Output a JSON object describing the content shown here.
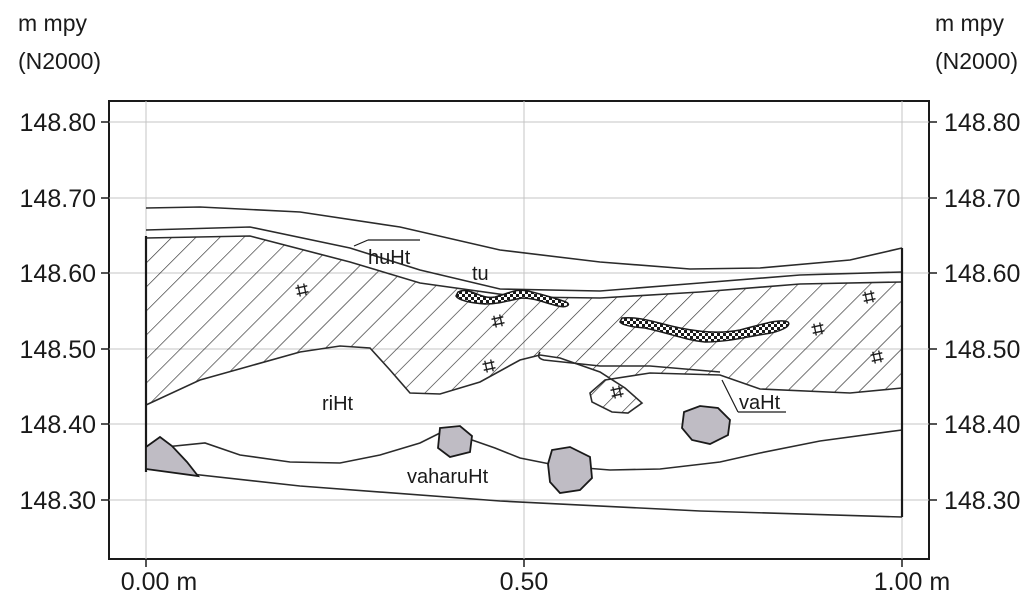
{
  "units": {
    "left": [
      "m mpy",
      "(N2000)"
    ],
    "right": [
      "m mpy",
      "(N2000)"
    ]
  },
  "y_ticks": [
    "148.80",
    "148.70",
    "148.60",
    "148.50",
    "148.40",
    "148.30"
  ],
  "x_ticks": [
    "0.00 m",
    "0.50",
    "1.00 m"
  ],
  "layers": {
    "tu": "tu",
    "huHt": "huHt",
    "riHt": "riHt",
    "vaHt": "vaHt",
    "vaharuHt": "vaharuHt"
  },
  "colors": {
    "line": "#2b2b2b",
    "grid": "#bdbdbd",
    "stone_fill": "#bfbcc4",
    "hatch": "#2b2b2b"
  }
}
